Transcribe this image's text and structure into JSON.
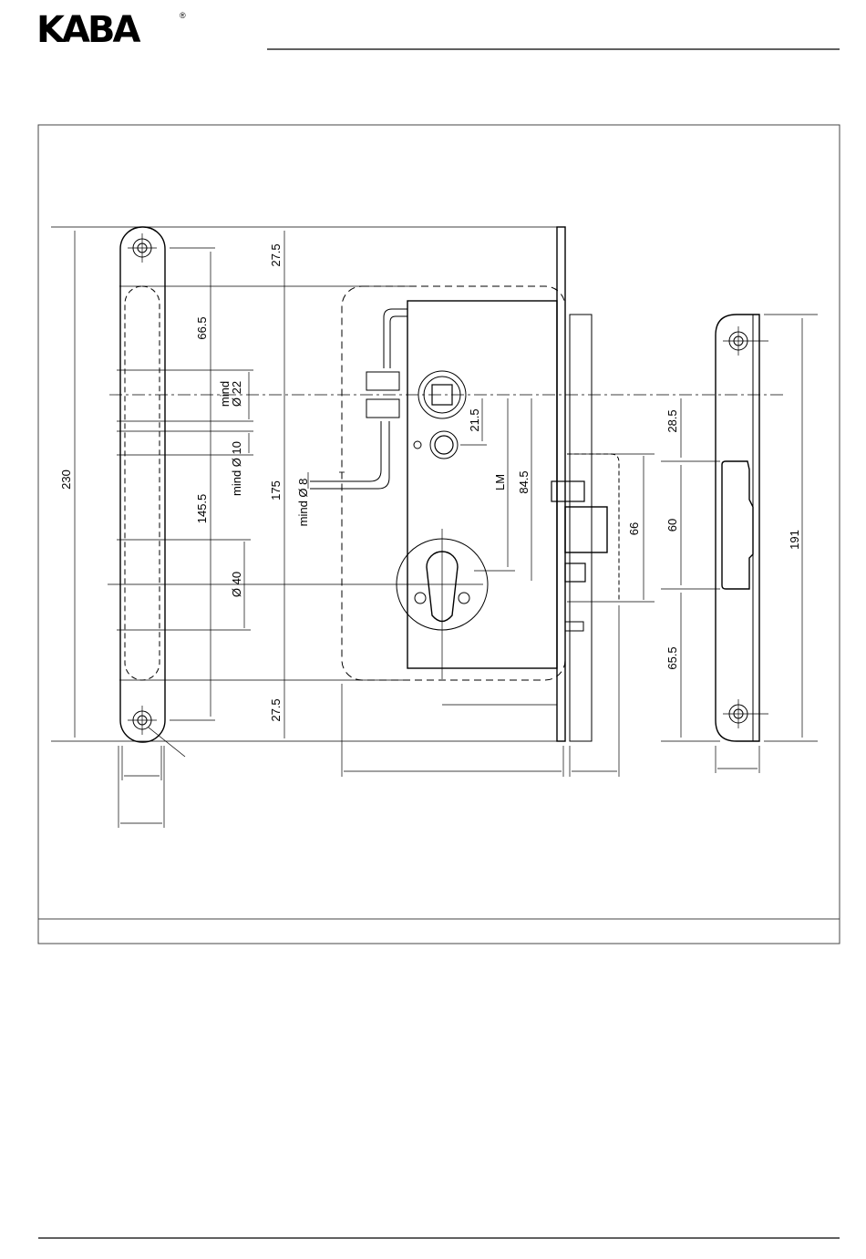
{
  "brand": {
    "logo_text": "KABA",
    "registered_mark": "®"
  },
  "dimensions": {
    "d230": "230",
    "d27_5_top": "27.5",
    "d27_5_bottom": "27.5",
    "d66_5": "66.5",
    "d145_5": "145.5",
    "d175": "175",
    "mind_label": "mind",
    "d_phi22": "Ø 22",
    "d_mind_phi10": "mind Ø 10",
    "d_mind_phi8": "mind Ø 8",
    "d_phi40": "Ø 40",
    "d21_5": "21.5",
    "d_LM": "LM",
    "d84_5": "84.5",
    "d66": "66",
    "d28_5": "28.5",
    "d60": "60",
    "d65_5": "65.5",
    "d191": "191"
  }
}
